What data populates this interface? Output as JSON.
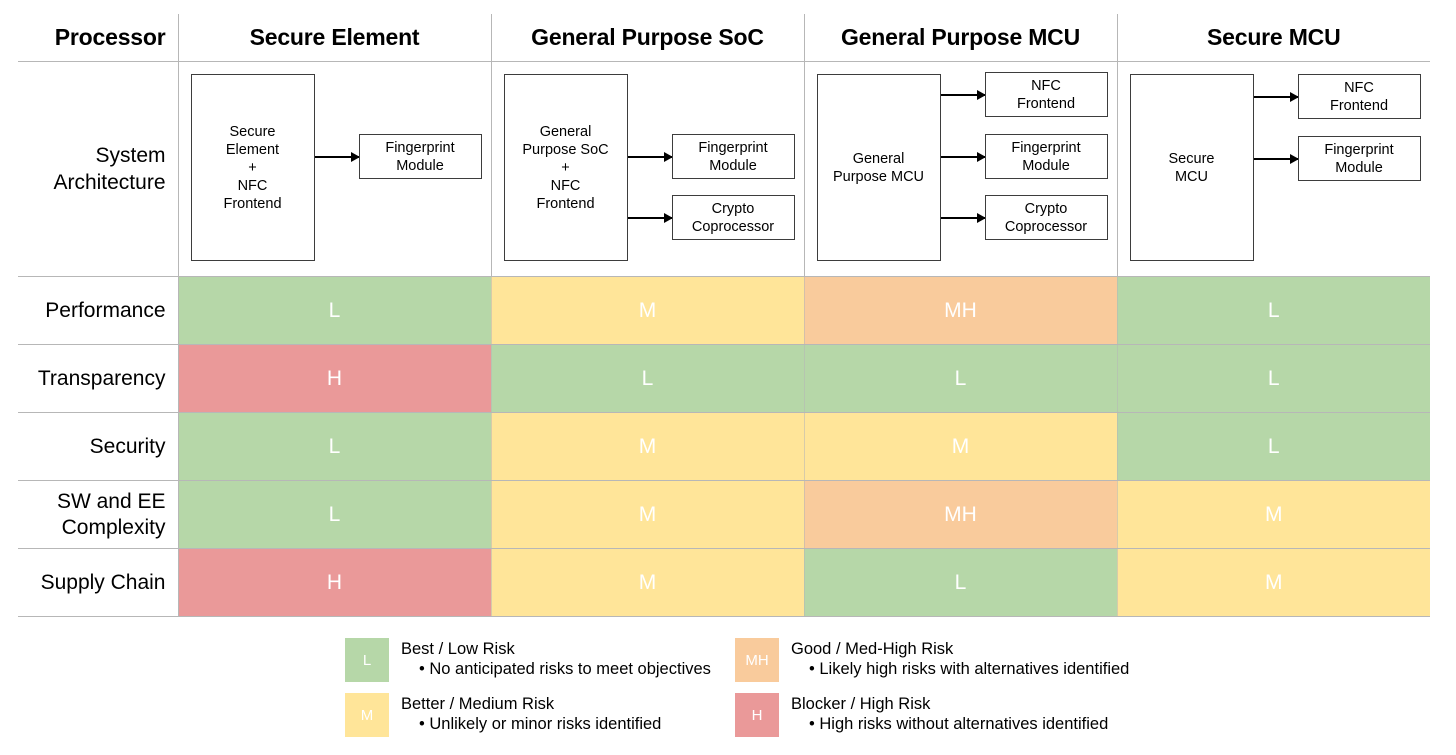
{
  "table": {
    "columns": [
      {
        "key": "label",
        "label": "Processor"
      },
      {
        "key": "se",
        "label": "Secure Element"
      },
      {
        "key": "soc",
        "label": "General Purpose SoC"
      },
      {
        "key": "mcu",
        "label": "General Purpose MCU"
      },
      {
        "key": "smcu",
        "label": "Secure MCU"
      }
    ],
    "arch_row_label": "System\nArchitecture",
    "arch_row_label_line1": "System",
    "arch_row_label_line2": "Architecture",
    "architectures": [
      {
        "column": "Secure Element",
        "main": "Secure\nElement\n+\nNFC\nFrontend",
        "main_lines": [
          "Secure",
          "Element",
          "+",
          "NFC",
          "Frontend"
        ],
        "peripherals": [
          "Fingerprint\nModule"
        ],
        "peripheral_labels": [
          "Fingerprint Module"
        ]
      },
      {
        "column": "General Purpose SoC",
        "main": "General\nPurpose SoC\n+\nNFC\nFrontend",
        "main_lines": [
          "General",
          "Purpose SoC",
          "+",
          "NFC",
          "Frontend"
        ],
        "peripherals": [
          "Fingerprint\nModule",
          "Crypto\nCoprocessor"
        ],
        "peripheral_labels": [
          "Fingerprint Module",
          "Crypto Coprocessor"
        ]
      },
      {
        "column": "General Purpose MCU",
        "main": "General\nPurpose MCU",
        "main_lines": [
          "General",
          "Purpose MCU"
        ],
        "peripherals": [
          "NFC\nFrontend",
          "Fingerprint\nModule",
          "Crypto\nCoprocessor"
        ],
        "peripheral_labels": [
          "NFC Frontend",
          "Fingerprint Module",
          "Crypto Coprocessor"
        ]
      },
      {
        "column": "Secure MCU",
        "main": "Secure\nMCU",
        "main_lines": [
          "Secure",
          "MCU"
        ],
        "peripherals": [
          "NFC\nFrontend",
          "Fingerprint\nModule"
        ],
        "peripheral_labels": [
          "NFC Frontend",
          "Fingerprint Module"
        ]
      }
    ],
    "rows": [
      {
        "label": "Performance",
        "cells": [
          {
            "value": "L",
            "rating": "low"
          },
          {
            "value": "M",
            "rating": "medium"
          },
          {
            "value": "MH",
            "rating": "medhigh"
          },
          {
            "value": "L",
            "rating": "low"
          }
        ]
      },
      {
        "label": "Transparency",
        "cells": [
          {
            "value": "H",
            "rating": "high"
          },
          {
            "value": "L",
            "rating": "low"
          },
          {
            "value": "L",
            "rating": "low"
          },
          {
            "value": "L",
            "rating": "low"
          }
        ]
      },
      {
        "label": "Security",
        "cells": [
          {
            "value": "L",
            "rating": "low"
          },
          {
            "value": "M",
            "rating": "medium"
          },
          {
            "value": "M",
            "rating": "medium"
          },
          {
            "value": "L",
            "rating": "low"
          }
        ]
      },
      {
        "label": "SW and EE Complexity",
        "label_line1": "SW and EE",
        "label_line2": "Complexity",
        "cells": [
          {
            "value": "L",
            "rating": "low"
          },
          {
            "value": "M",
            "rating": "medium"
          },
          {
            "value": "MH",
            "rating": "medhigh"
          },
          {
            "value": "M",
            "rating": "medium"
          }
        ]
      },
      {
        "label": "Supply Chain",
        "cells": [
          {
            "value": "H",
            "rating": "high"
          },
          {
            "value": "M",
            "rating": "medium"
          },
          {
            "value": "L",
            "rating": "low"
          },
          {
            "value": "M",
            "rating": "medium"
          }
        ]
      }
    ]
  },
  "legend": {
    "items": [
      {
        "code": "L",
        "rating": "low",
        "title": "Best / Low Risk",
        "detail": "• No anticipated risks to meet objectives"
      },
      {
        "code": "MH",
        "rating": "medhigh",
        "title": "Good / Med-High Risk",
        "detail": "• Likely high risks with alternatives identified"
      },
      {
        "code": "M",
        "rating": "medium",
        "title": "Better / Medium Risk",
        "detail": "• Unlikely or minor risks identified"
      },
      {
        "code": "H",
        "rating": "high",
        "title": "Blocker / High Risk",
        "detail": "• High risks without alternatives identified"
      }
    ]
  },
  "colors": {
    "low": "#b6d7a8",
    "medium": "#ffe599",
    "medhigh": "#f9cb9c",
    "high": "#ea9999",
    "grid_line": "#b7b7b7",
    "box_border": "#3d3d3d",
    "cell_text": "#ffffff",
    "text": "#000000",
    "background": "#ffffff"
  }
}
